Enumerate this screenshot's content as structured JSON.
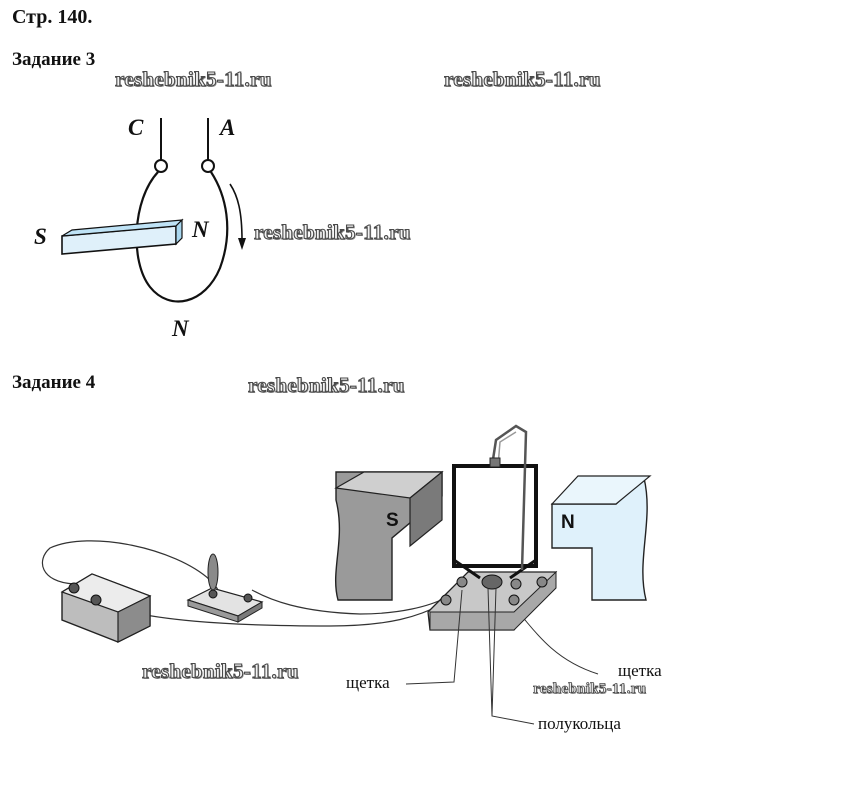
{
  "page_label": "Стр. 140.",
  "watermark": "reshebnik5-11.ru",
  "task3": {
    "title": "Задание 3",
    "labels": {
      "c": "C",
      "a": "A",
      "s": "S",
      "n_magnet": "N",
      "n_bottom": "N"
    }
  },
  "task4": {
    "title": "Задание 4",
    "magnet_s": "S",
    "magnet_n": "N",
    "brush_left": "щетка",
    "brush_right": "щетка",
    "half_rings": "полукольца"
  }
}
